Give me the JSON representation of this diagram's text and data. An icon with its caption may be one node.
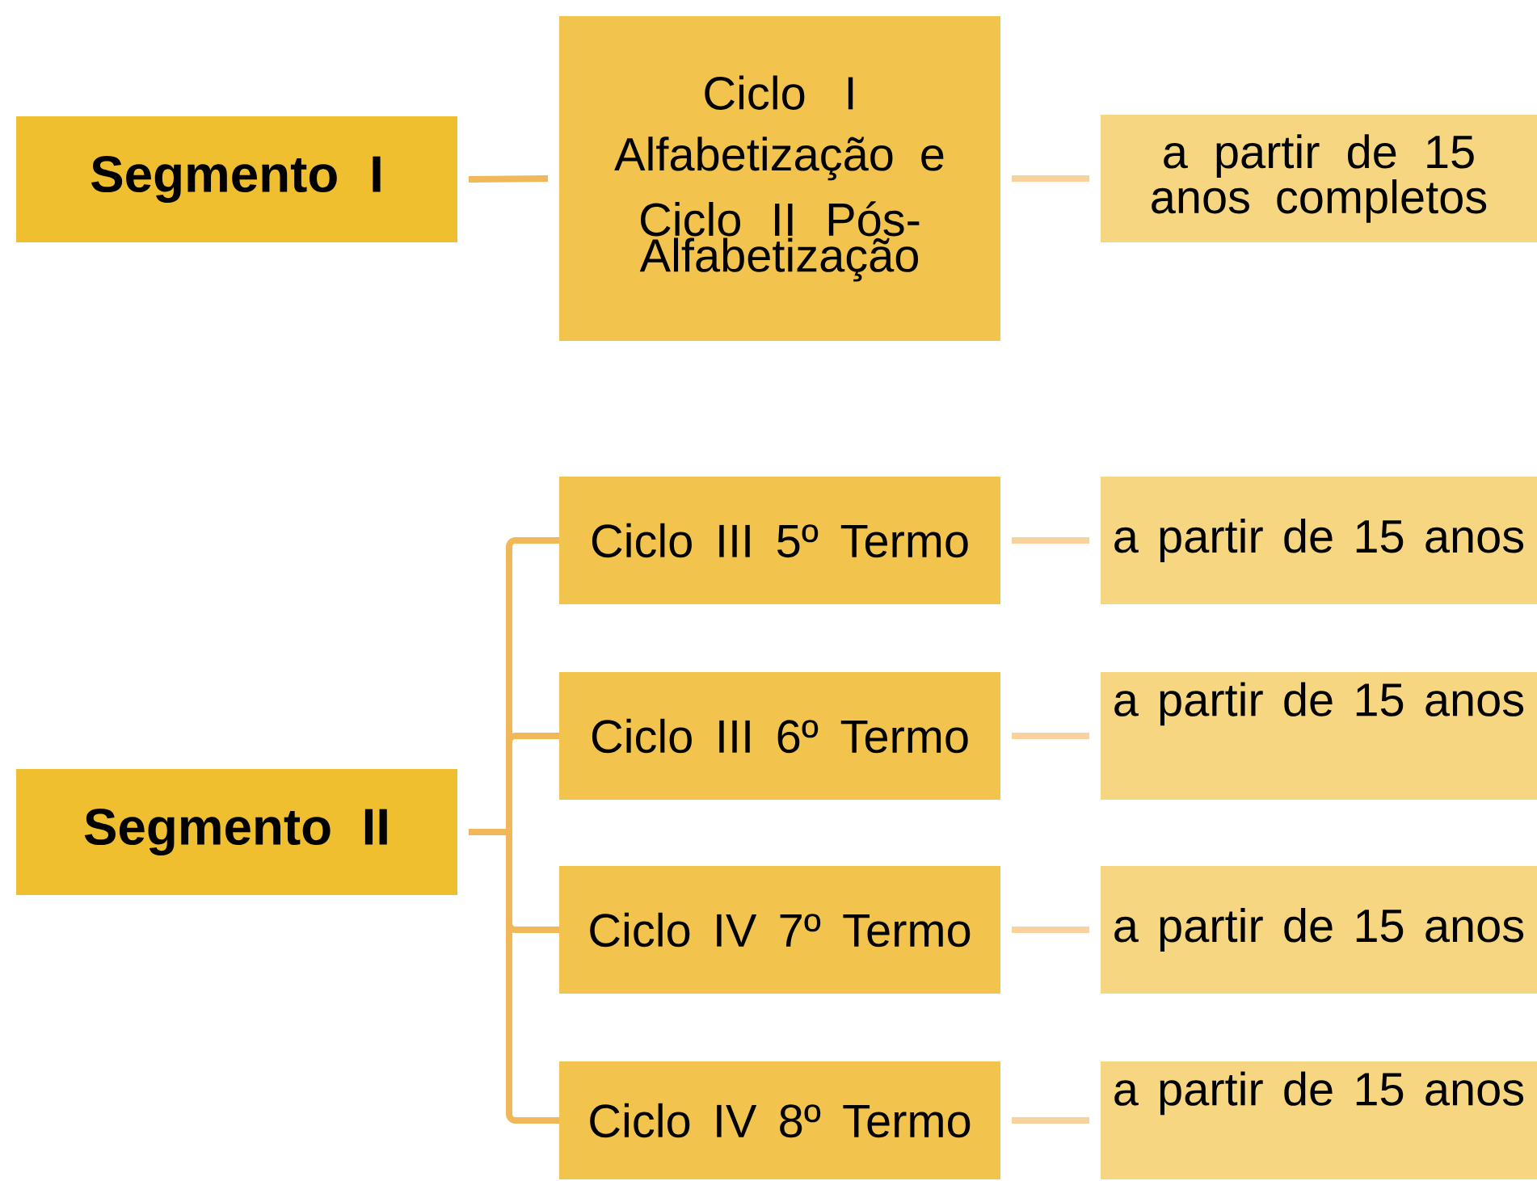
{
  "diagram": {
    "nodes": [
      {
        "text": [
          "Segmento I"
        ]
      },
      {
        "text": [
          "Ciclo I Alfabetização e",
          "Ciclo II Pós-Alfabetização"
        ]
      },
      {
        "text": [
          "a partir de 15 anos completos"
        ]
      },
      {
        "text": [
          "Segmento II"
        ]
      },
      {
        "text": [
          "Ciclo III 5º Termo"
        ]
      },
      {
        "text": [
          "Ciclo III 6º Termo"
        ]
      },
      {
        "text": [
          "Ciclo IV 7º Termo"
        ]
      },
      {
        "text": [
          "Ciclo IV 8º Termo"
        ]
      },
      {
        "text": [
          "a partir de 15 anos"
        ]
      },
      {
        "text": [
          "a partir de 15 anos"
        ]
      },
      {
        "text": [
          "a partir de 15 anos"
        ]
      },
      {
        "text": [
          "a partir de 15 anos"
        ]
      }
    ],
    "edges": [
      {
        "from": 0,
        "to": 1,
        "arrow": "none"
      },
      {
        "from": 1,
        "to": 2,
        "arrow": "none",
        "color": "#f8d29c"
      },
      {
        "from": 3,
        "to": 4,
        "arrow": "none"
      },
      {
        "from": 3,
        "to": 5,
        "arrow": "none"
      },
      {
        "from": 3,
        "to": 6,
        "arrow": "none"
      },
      {
        "from": 3,
        "to": 7,
        "arrow": "none"
      },
      {
        "from": 4,
        "to": 8,
        "arrow": "none",
        "color": "#f8d29c"
      },
      {
        "from": 5,
        "to": 9,
        "arrow": "none",
        "color": "#f8d29c"
      },
      {
        "from": 6,
        "to": 10,
        "arrow": "none",
        "color": "#f8d29c"
      },
      {
        "from": 7,
        "to": 11,
        "arrow": "none",
        "color": "#f8d29c"
      }
    ]
  }
}
